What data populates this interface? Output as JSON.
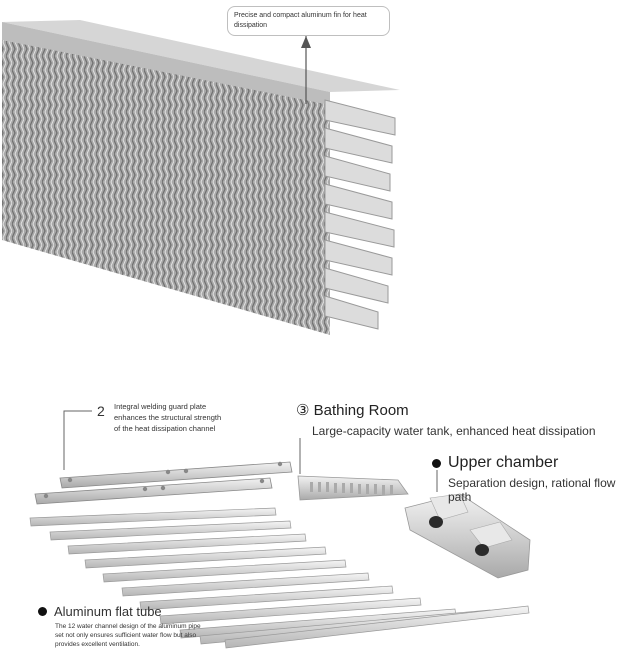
{
  "fin_caption": "Precise and compact aluminum fin for heat dissipation",
  "guard_plate": {
    "number": "2",
    "text_line1": "Integral welding guard plate",
    "text_line2": "enhances the structural strength",
    "text_line3": "of the heat dissipation channel"
  },
  "bathing_room": {
    "title": "③ Bathing Room",
    "subtitle": "Large-capacity water tank, enhanced heat dissipation"
  },
  "upper_chamber": {
    "title": "Upper chamber",
    "subtitle": "Separation design, rational flow path"
  },
  "flat_tube": {
    "title": "Aluminum flat tube",
    "note_line1": "The 12 water channel design of the aluminum pipe",
    "note_line2": "set not only ensures sufficient water flow but also",
    "note_line3": "provides excellent ventilation."
  }
}
